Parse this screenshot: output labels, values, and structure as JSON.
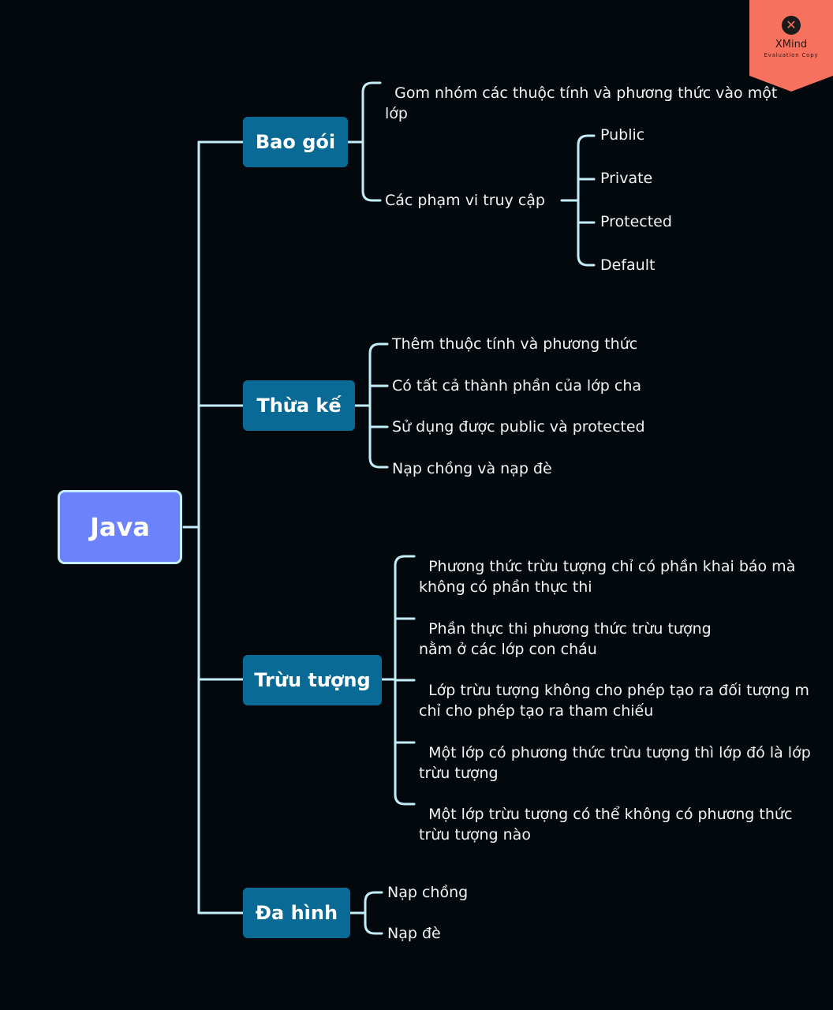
{
  "root": {
    "label": "Java"
  },
  "branches": [
    {
      "label": "Bao gói",
      "items": [
        "Gom nhóm các thuộc tính và phương thức vào một\nlớp",
        "Các phạm vi truy cập"
      ],
      "access_levels": [
        "Public",
        "Private",
        "Protected",
        "Default"
      ]
    },
    {
      "label": "Thừa kế",
      "items": [
        "Thêm thuộc tính và phương thức",
        "Có tất cả thành phần của lớp cha",
        "Sử dụng được public và protected",
        "Nạp chồng và nạp đè"
      ]
    },
    {
      "label": "Trừu tượng",
      "items": [
        "Phương thức trừu tượng chỉ có phần khai báo mà\nkhông có phần thực thi",
        "Phần thực thi phương thức trừu tượng\nnằm ở các lớp con cháu",
        "Lớp trừu tượng không cho phép tạo ra đối tượng m\nchỉ cho phép tạo ra tham chiếu",
        "Một lớp có phương thức trừu tượng thì lớp đó là lớp\ntrừu tượng",
        "Một lớp trừu tượng có thể không có phương thức\ntrừu tượng nào"
      ]
    },
    {
      "label": "Đa hình",
      "items": [
        "Nạp chồng",
        "Nạp đè"
      ]
    }
  ],
  "watermark": {
    "icon": "x-logo-icon",
    "name": "XMind",
    "subtitle": "Evaluation Copy",
    "color": "#f6725f"
  },
  "colors": {
    "background": "#03080c",
    "connector": "#c3eef9",
    "root_fill": "#6c82fb",
    "branch_fill": "#096a96",
    "text": "#f1f4f6"
  }
}
